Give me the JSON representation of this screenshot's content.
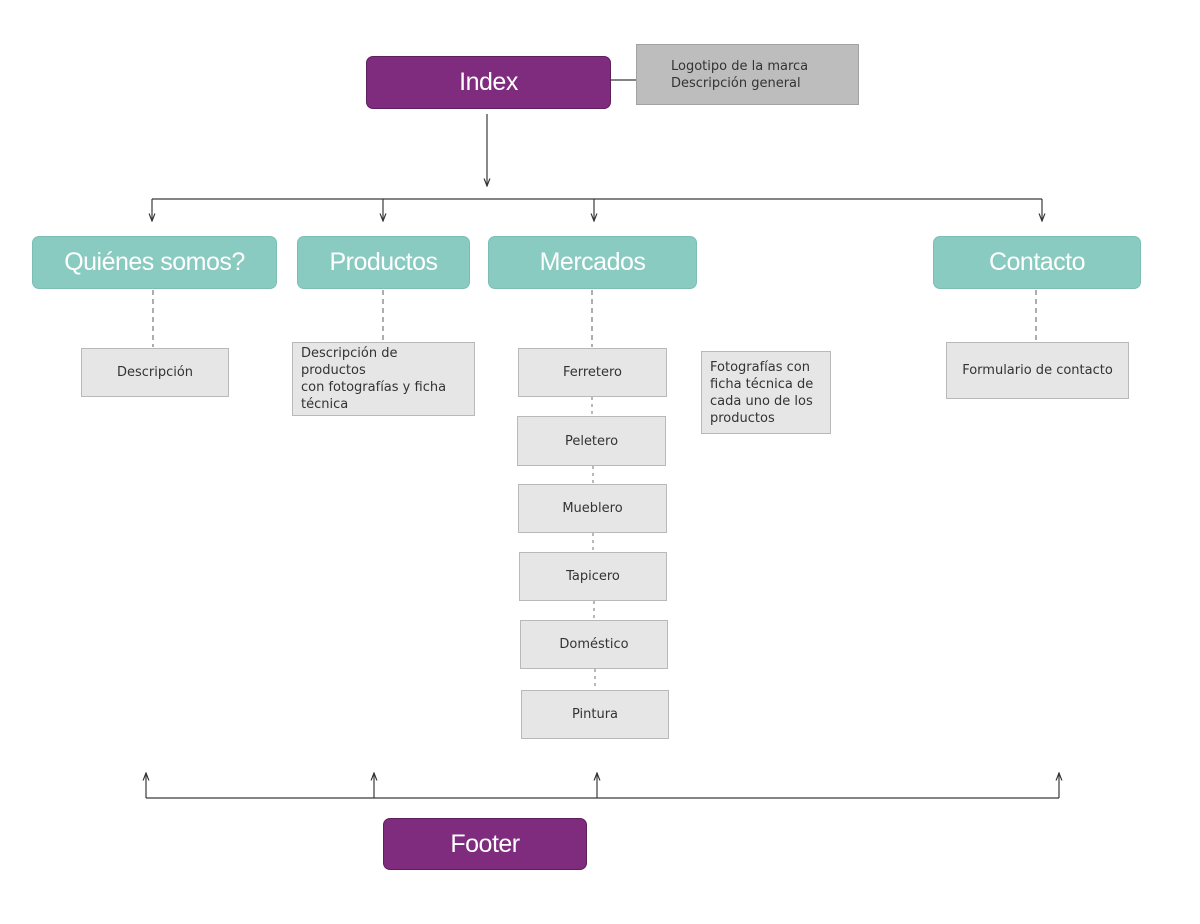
{
  "colors": {
    "main_node": "#7f2b7e",
    "section_node": "#89cbc1",
    "note_box": "#e6e6e6",
    "note_box_dark": "#bdbdbd",
    "connector": "#333333"
  },
  "index": {
    "label": "Index",
    "note": "Logotipo de la marca\nDescripción general"
  },
  "sections": {
    "quienes": {
      "label": "Quiénes somos?",
      "note": "Descripción"
    },
    "productos": {
      "label": "Productos",
      "note": "Descripción de productos\ncon fotografías y ficha\ntécnica"
    },
    "mercados": {
      "label": "Mercados",
      "items": [
        "Ferretero",
        "Peletero",
        "Mueblero",
        "Tapicero",
        "Doméstico",
        "Pintura"
      ],
      "note": "Fotografías con\nficha técnica de\ncada uno de los\nproductos"
    },
    "contacto": {
      "label": "Contacto",
      "note": "Formulario de contacto"
    }
  },
  "footer": {
    "label": "Footer"
  }
}
